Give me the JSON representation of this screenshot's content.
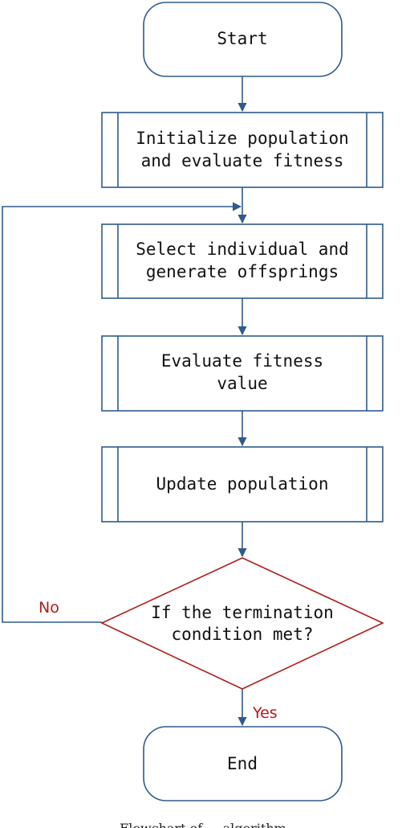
{
  "colors": {
    "node_stroke": "#2f5a8c",
    "decision_stroke": "#b01c1c",
    "branch_label": "#b01c1c"
  },
  "nodes": {
    "start": {
      "label": "Start"
    },
    "init": {
      "line1": "Initialize population",
      "line2": "and evaluate fitness"
    },
    "select": {
      "line1": "Select individual and",
      "line2": "generate offsprings"
    },
    "evaluate": {
      "line1": "Evaluate fitness",
      "line2": "value"
    },
    "update": {
      "label": "Update population"
    },
    "decision": {
      "line1": "If the termination",
      "line2": "condition met?"
    },
    "end": {
      "label": "End"
    }
  },
  "edges": {
    "no_label": "No",
    "yes_label": "Yes"
  },
  "caption": "Flowchart of ... algorithm"
}
